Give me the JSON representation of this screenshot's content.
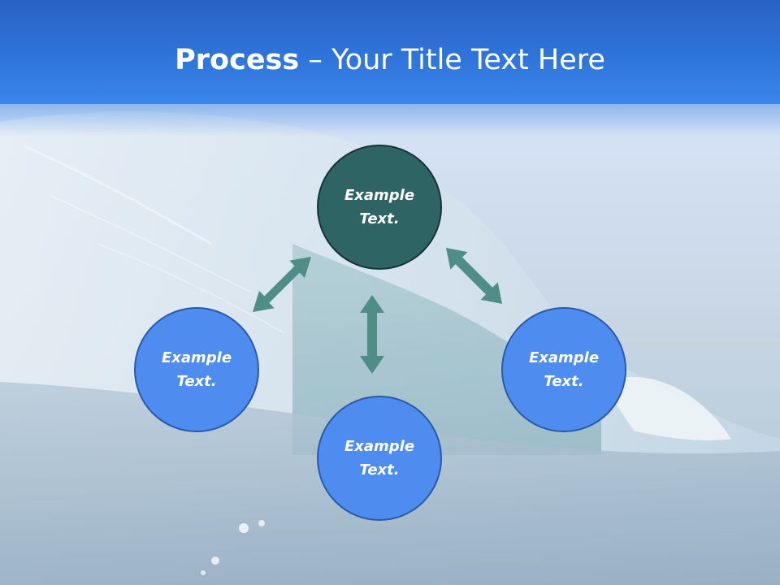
{
  "title": {
    "bold": "Process",
    "dash": " – ",
    "rest": "Your Title Text Here"
  },
  "nodes": {
    "top": "Example\nText.",
    "left": "Example\nText.",
    "right": "Example\nText.",
    "bottom": "Example\nText."
  },
  "colors": {
    "header": "#2f74da",
    "center_node": "#2e6464",
    "outer_node": "#4f8cf0",
    "arrow": "#4f8d87"
  }
}
